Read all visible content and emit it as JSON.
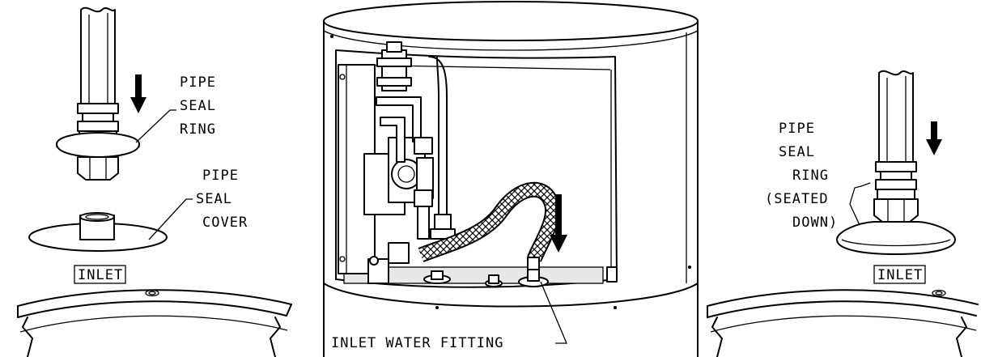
{
  "labels": {
    "left_ring": [
      "PIPE",
      "SEAL",
      "RING"
    ],
    "left_cover": [
      "PIPE",
      "SEAL",
      "COVER"
    ],
    "left_inlet": "INLET",
    "center_fitting": "INLET WATER FITTING",
    "right_ring": [
      "PIPE",
      "SEAL",
      "RING",
      "(SEATED",
      "DOWN)"
    ],
    "right_inlet": "INLET"
  },
  "icons": [
    "down-arrow-icon"
  ]
}
